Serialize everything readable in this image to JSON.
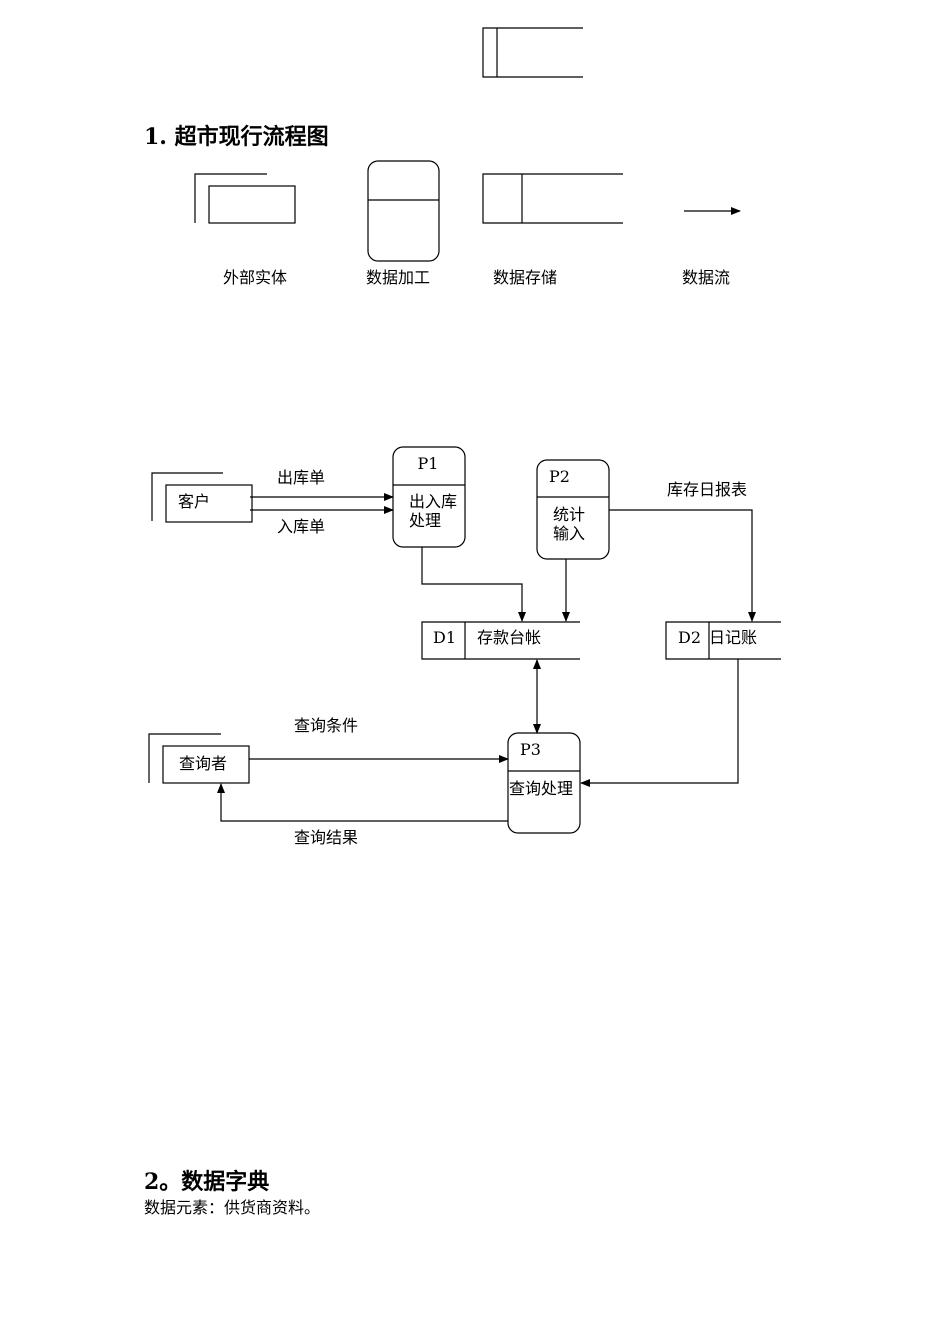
{
  "section1": {
    "heading": "1.  超市现行流程图"
  },
  "legend": {
    "external_entity": "外部实体",
    "process": "数据加工",
    "data_store": "数据存储",
    "data_flow": "数据流"
  },
  "diagram": {
    "customer": "客户",
    "flow_out": "出库单",
    "flow_in": "入库单",
    "p1": {
      "id": "P1",
      "line1": "出入库",
      "line2": "处理"
    },
    "p2": {
      "id": "P2",
      "line1": "统计",
      "line2": "输入"
    },
    "flow_daily": "库存日报表",
    "d1": {
      "id": "D1",
      "name": "存款台帐"
    },
    "d2": {
      "id": "D2",
      "name": "日记账"
    },
    "p3": {
      "id": "P3",
      "name": "查询处理"
    },
    "querier": "查询者",
    "flow_condition": "查询条件",
    "flow_result": "查询结果"
  },
  "section2": {
    "heading": "2。数据字典",
    "text": "数据元素：供货商资料。"
  }
}
